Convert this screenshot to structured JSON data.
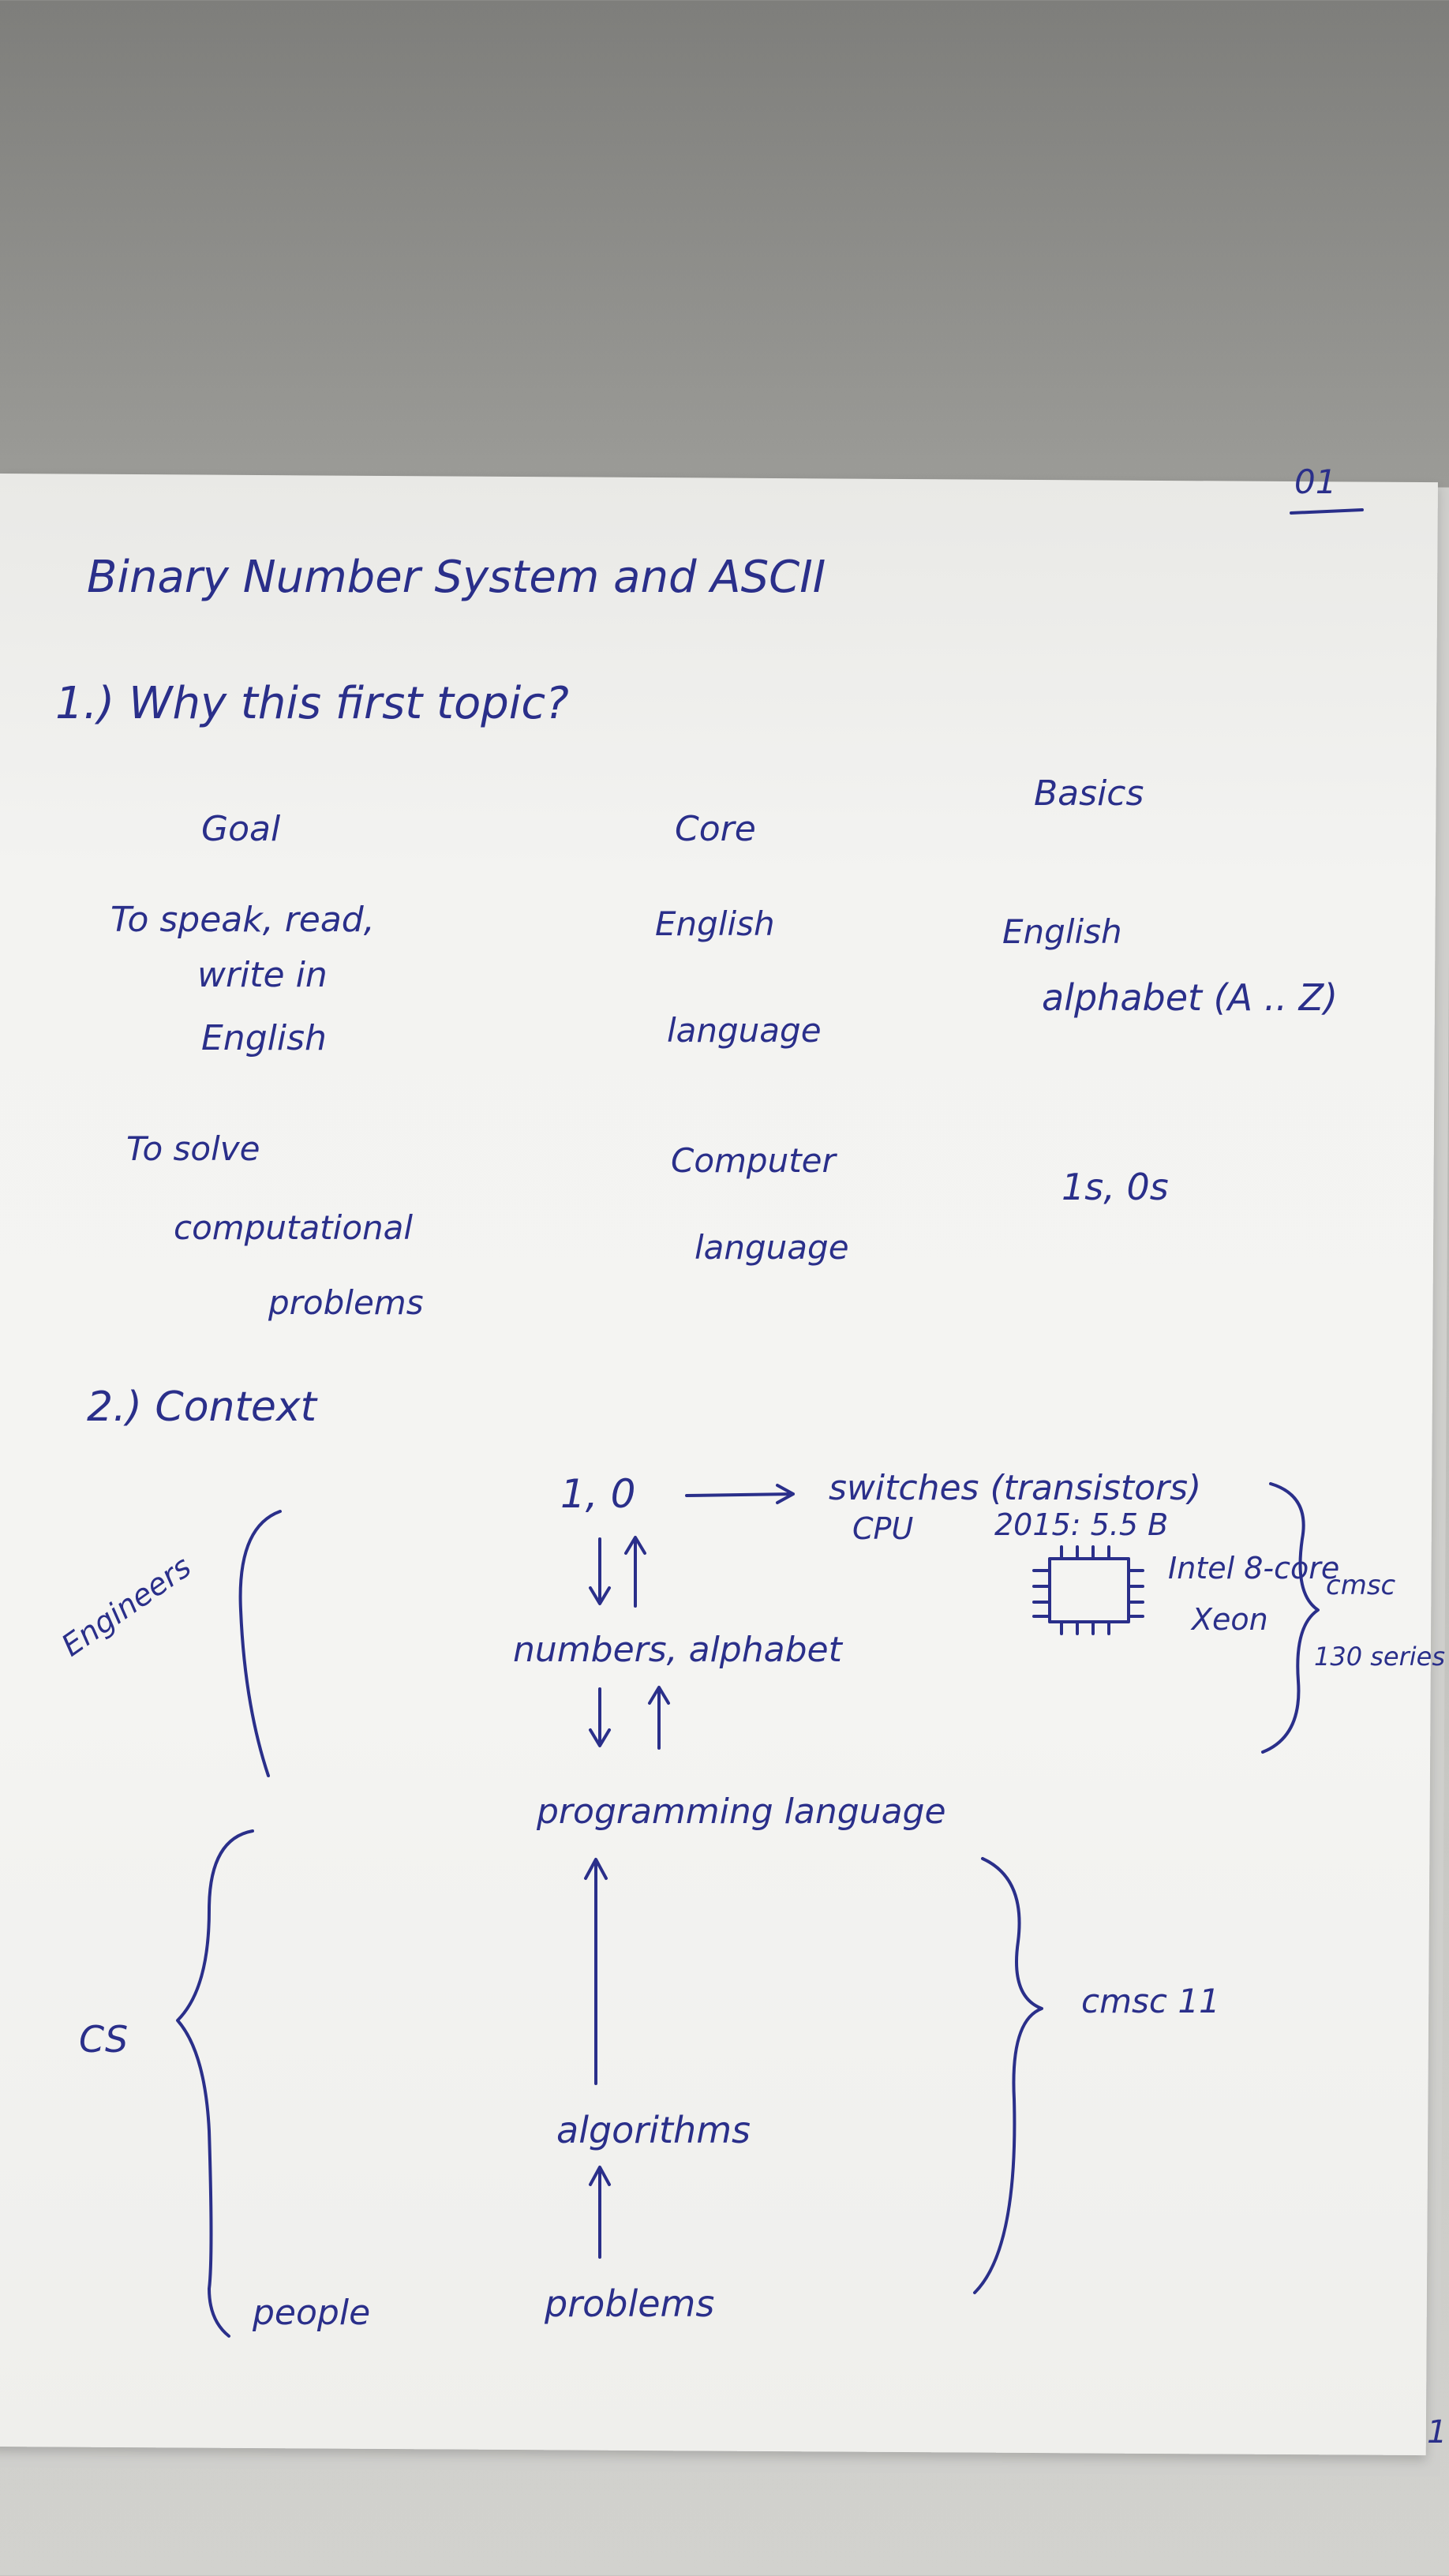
{
  "notes": {
    "page_number": "01",
    "title": "Binary Number System and ASCII",
    "question": "1.) Why this first topic?",
    "columns": {
      "goal": "Goal",
      "core": "Core",
      "basics": "Basics"
    },
    "row1": {
      "goal_line1": "To speak, read,",
      "goal_line2": "write in",
      "goal_line3": "English",
      "core_line1": "English",
      "core_line2": "language",
      "basics_line1": "English",
      "basics_line2": "alphabet (A .. Z)"
    },
    "row2": {
      "goal_line1": "To solve",
      "goal_line2": "computational",
      "goal_line3": "problems",
      "core_line1": "Computer",
      "core_line2": "language",
      "basics_line1": "1s, 0s"
    },
    "context_heading": "2.) Context",
    "diagram": {
      "bits": "1, 0",
      "switches": "switches (transistors)",
      "cpu": "CPU",
      "year_count": "2015: 5.5 B",
      "chip_line1": "Intel 8-core",
      "chip_line2": "Xeon",
      "numbers_alphabet": "numbers, alphabet",
      "programming_language": "programming language",
      "algorithms": "algorithms",
      "problems": "problems",
      "engineers": "Engineers",
      "cs": "CS",
      "people": "people",
      "cmsc_upper": "cmsc",
      "cmsc_upper_series": "130 series",
      "cmsc_lower": "cmsc 11",
      "corner_mark": "1"
    },
    "ink_color": "#2a2f8a"
  }
}
